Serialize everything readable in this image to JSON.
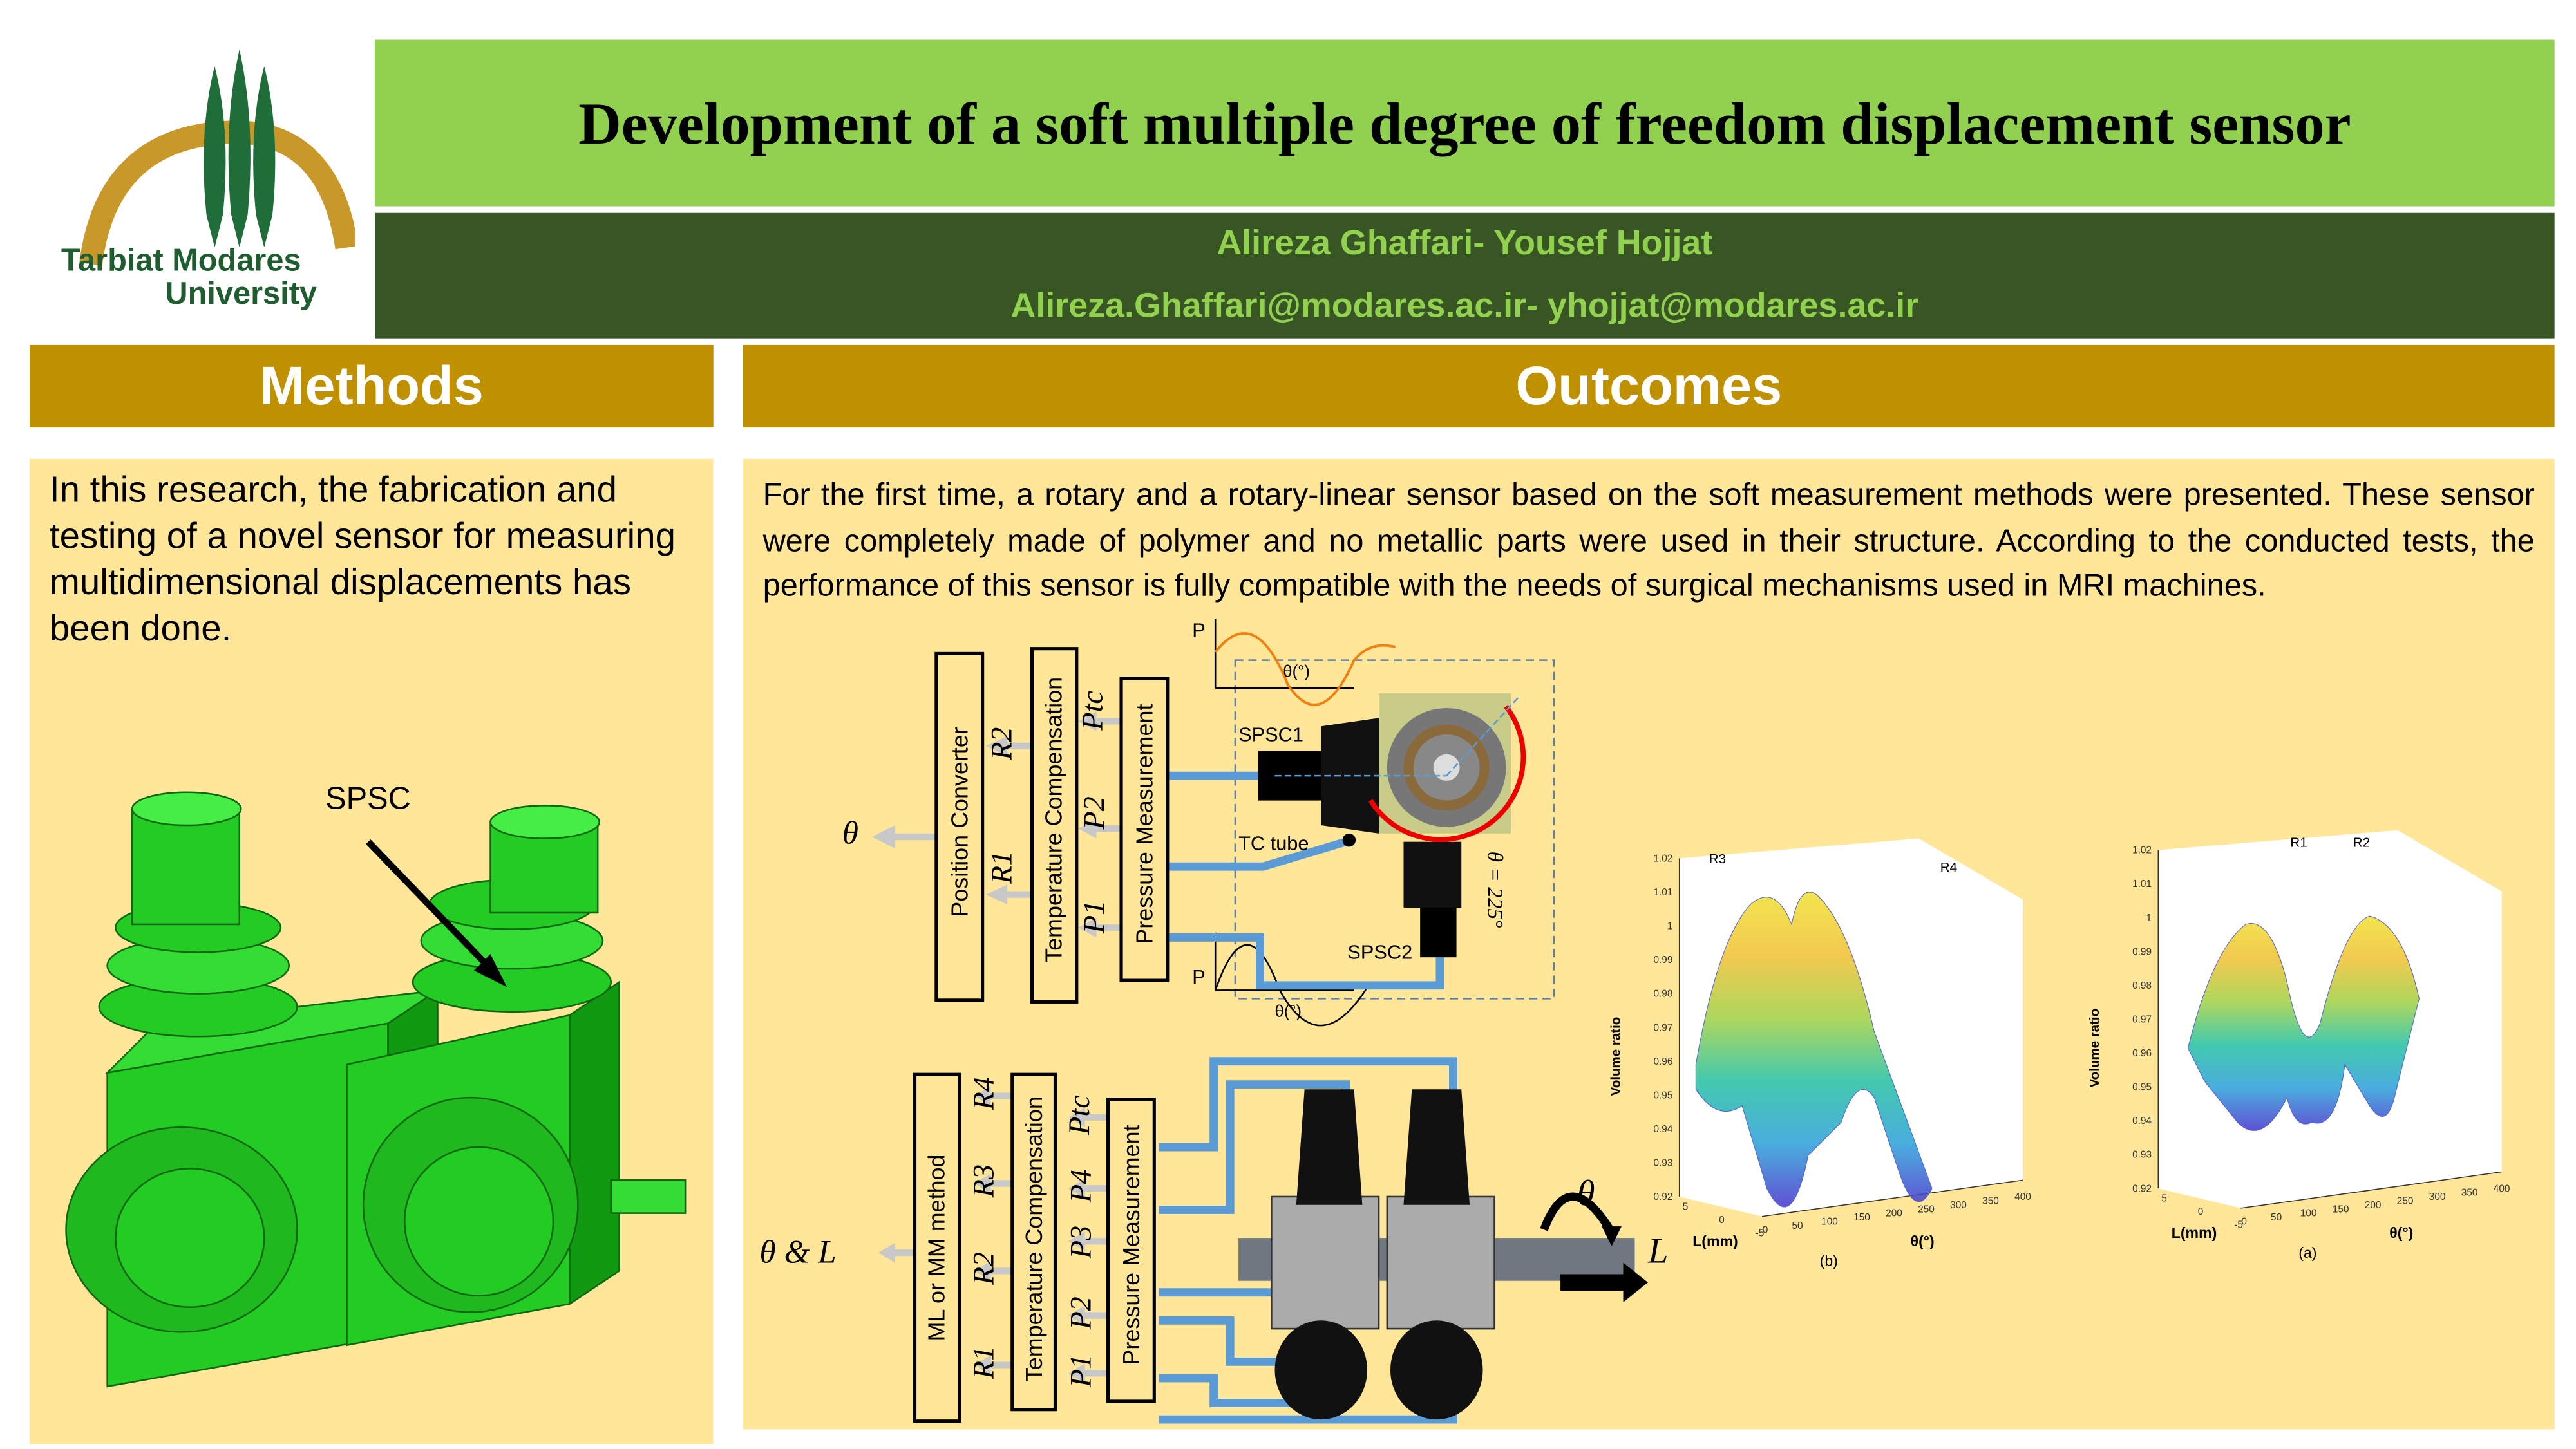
{
  "header": {
    "logo_text": [
      "Tarbiat Modares",
      "University"
    ],
    "title": "Development of a soft multiple degree of freedom displacement sensor",
    "authors": "Alireza Ghaffari- Yousef Hojjat",
    "emails": "Alireza.Ghaffari@modares.ac.ir- yhojjat@modares.ac.ir"
  },
  "methods": {
    "heading": "Methods",
    "text": "In this research, the fabrication and testing of a novel sensor for measuring multidimensional displacements has been done.",
    "figure_label": "SPSC"
  },
  "outcomes": {
    "heading": "Outcomes",
    "text": "For the first time, a rotary and a rotary-linear sensor based on the soft measurement methods were presented. These sensor were completely made of polymer and no metallic parts were used in their structure. According to the conducted tests, the performance of this sensor is fully compatible with the needs of surgical mechanisms used in MRI machines."
  },
  "diagram1": {
    "output": "θ",
    "block1": "Position Converter",
    "block2": "Temperature Compensation",
    "block3": "Pressure Measurement",
    "r2": "R2",
    "r1": "R1",
    "ptc": "Ptc",
    "p2": "P2",
    "p1": "P1",
    "p_axis": "P",
    "theta_axis": "θ(°)",
    "spsc1": "SPSC1",
    "tc_tube": "TC tube",
    "spsc2": "SPSC2",
    "angle": "θ = 225°"
  },
  "diagram2": {
    "output": "θ & L",
    "block1": "ML or MM method",
    "block2": "Temperature Compensation",
    "block3": "Pressure Measurement",
    "r_labels": [
      "R4",
      "R3",
      "R2",
      "R1"
    ],
    "p_labels": [
      "Ptc",
      "P4",
      "P3",
      "P2",
      "P1"
    ],
    "theta": "θ",
    "l": "L"
  },
  "chart_data": [
    {
      "type": "surface",
      "caption": "(b)",
      "ylabel": "Volume ratio",
      "xlabel": "θ(°)",
      "llabel": "L(mm)",
      "zticks": [
        "0.92",
        "0.93",
        "0.94",
        "0.95",
        "0.96",
        "0.97",
        "0.98",
        "0.99",
        "1",
        "1.01",
        "1.02"
      ],
      "xticks": [
        "0",
        "50",
        "100",
        "150",
        "200",
        "250",
        "300",
        "350",
        "400"
      ],
      "lticks": [
        "5",
        "0",
        "-5"
      ],
      "annotations": [
        "R3",
        "R4"
      ],
      "zlim": [
        0.92,
        1.02
      ],
      "colormap": [
        "#4433cc",
        "#2a9fd8",
        "#22c0a0",
        "#a0d040",
        "#f0c030",
        "#f0e030"
      ]
    },
    {
      "type": "surface",
      "caption": "(a)",
      "ylabel": "Volume ratio",
      "xlabel": "θ(°)",
      "llabel": "L(mm)",
      "zticks": [
        "0.92",
        "0.93",
        "0.94",
        "0.95",
        "0.96",
        "0.97",
        "0.98",
        "0.99",
        "1",
        "1.01",
        "1.02"
      ],
      "xticks": [
        "0",
        "50",
        "100",
        "150",
        "200",
        "250",
        "300",
        "350",
        "400"
      ],
      "lticks": [
        "5",
        "0",
        "-5"
      ],
      "annotations": [
        "R1",
        "R2"
      ],
      "zlim": [
        0.92,
        1.02
      ],
      "colormap": [
        "#4433cc",
        "#2a9fd8",
        "#22c0a0",
        "#a0d040",
        "#f0c030",
        "#f0e030"
      ]
    }
  ],
  "colors": {
    "title_bg": "#92d050",
    "author_bg": "#375623",
    "section_header": "#bf9000",
    "panel_bg": "#ffe699",
    "tube": "#5b9bd5",
    "sensor_green": "#22cc22"
  }
}
